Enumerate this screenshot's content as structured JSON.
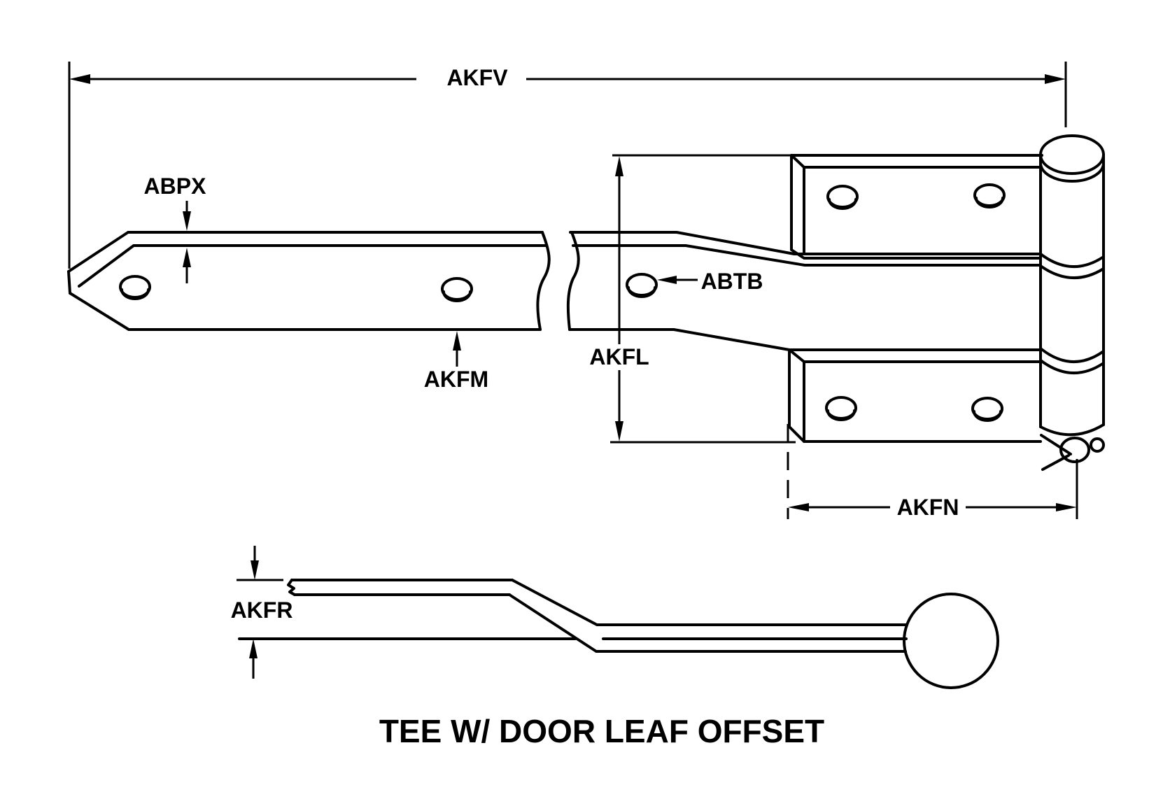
{
  "drawing": {
    "title": "TEE W/ DOOR LEAF OFFSET",
    "labels": {
      "overall_length": "AKFV",
      "thickness": "ABPX",
      "strap_width": "AKFM",
      "leaf_length": "AKFL",
      "bolt": "ABTB",
      "leaf_width": "AKFN",
      "offset": "AKFR"
    },
    "colors": {
      "line": "#000000",
      "background": "#ffffff"
    }
  }
}
